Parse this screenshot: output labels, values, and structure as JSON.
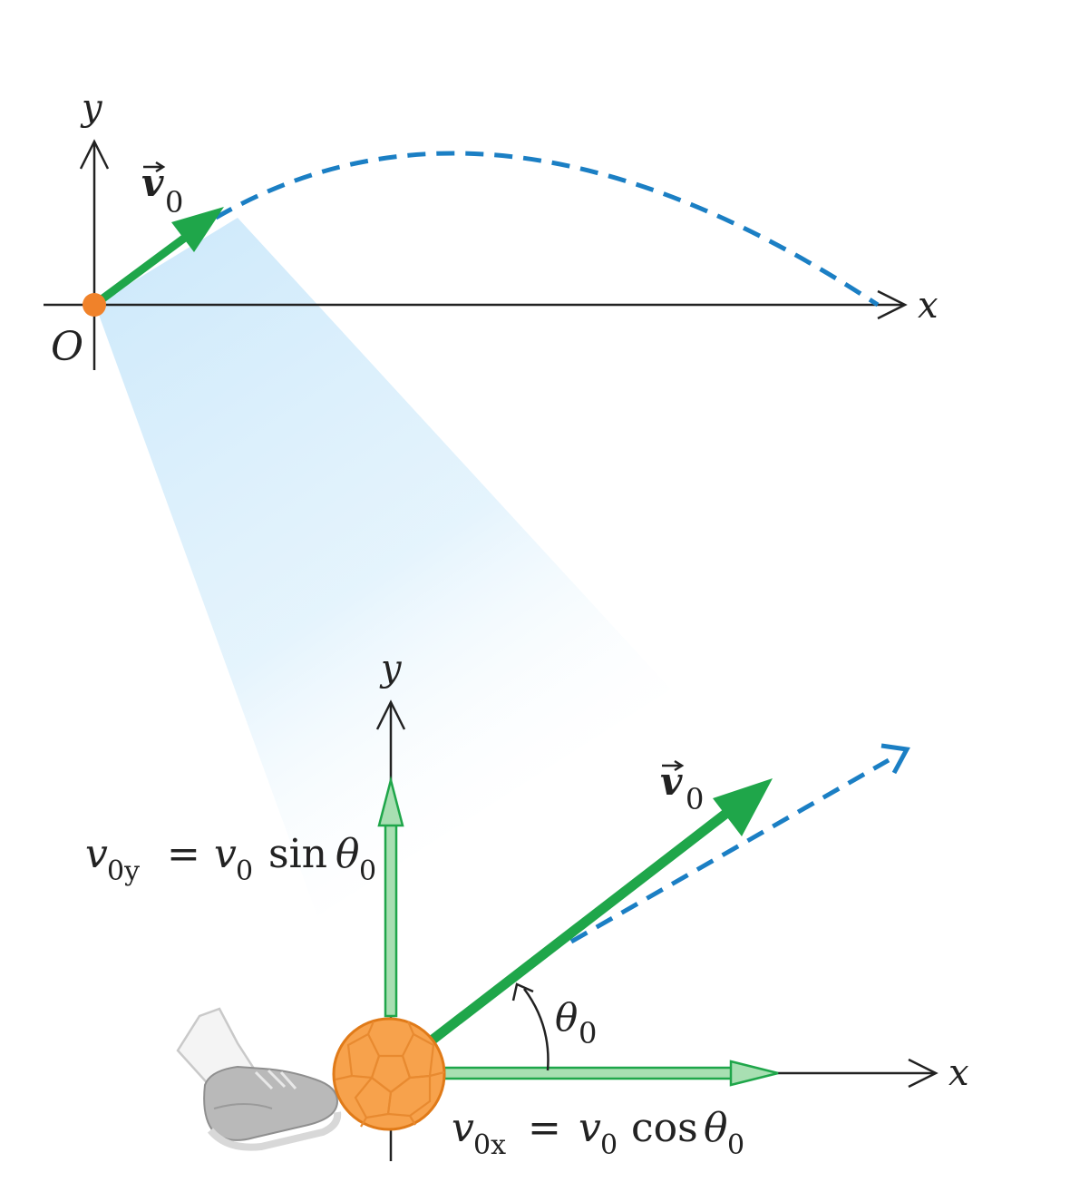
{
  "top_diagram": {
    "y_axis_label": "y",
    "x_axis_label": "x",
    "origin_label": "O",
    "velocity_label": {
      "symbol": "v",
      "subscript": "0"
    }
  },
  "bottom_diagram": {
    "y_axis_label": "y",
    "x_axis_label": "x",
    "velocity_label": {
      "symbol": "v",
      "subscript": "0"
    },
    "angle_label": {
      "symbol": "θ",
      "subscript": "0"
    },
    "vy_label": {
      "lhs": "v",
      "lhs_sub": "0y",
      "eq": "=",
      "rhs": "v",
      "rhs_sub": "0",
      "fn": "sin",
      "ang": "θ",
      "ang_sub": "0"
    },
    "vx_label": {
      "lhs": "v",
      "lhs_sub": "0x",
      "eq": "=",
      "rhs": "v",
      "rhs_sub": "0",
      "fn": "cos",
      "ang": "θ",
      "ang_sub": "0"
    }
  },
  "colors": {
    "velocity": "#1fa64a",
    "component_fill": "#a8dfb2",
    "trajectory": "#1b7fc4",
    "ball": "#f5a04a",
    "ball_line": "#e07a18",
    "origin_dot": "#f0822a",
    "axes": "#222222",
    "zoom_cone": "#cfe9fa"
  }
}
